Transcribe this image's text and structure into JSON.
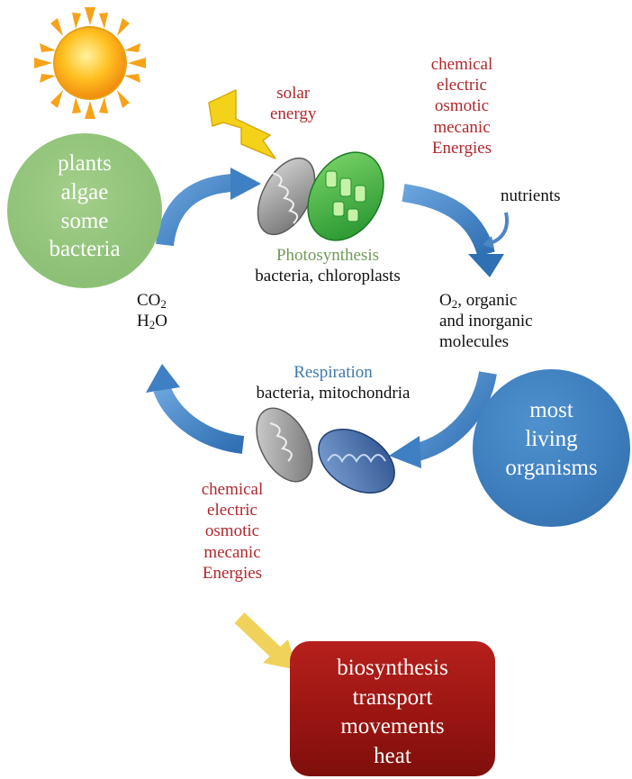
{
  "sun_label": {
    "line1": "solar",
    "line2": "energy"
  },
  "energies_top": [
    "chemical",
    "electric",
    "osmotic",
    "mecanic",
    "Energies"
  ],
  "energies_bottom": [
    "chemical",
    "electric",
    "osmotic",
    "mecanic",
    "Energies"
  ],
  "nutrients": "nutrients",
  "photosynthesis": {
    "title": "Photosynthesis",
    "subtitle": "bacteria, chloroplasts"
  },
  "respiration": {
    "title": "Respiration",
    "subtitle": "bacteria, mitochondria"
  },
  "inputs": {
    "co2_main": "CO",
    "co2_sub": "2",
    "h2o_pre": "H",
    "h2o_sub": "2",
    "h2o_post": "O"
  },
  "outputs": {
    "o2_main": "O",
    "o2_sub": "2",
    "o2_rest": ", organic",
    "line2": "and inorganic",
    "line3": "molecules"
  },
  "producers": [
    "plants",
    "algae",
    "some",
    "bacteria"
  ],
  "consumers": [
    "most",
    "living",
    "organisms"
  ],
  "uses": [
    "biosynthesis",
    "transport",
    "movements",
    "heat"
  ],
  "colors": {
    "energy_text": "#b0282c",
    "photosynthesis_text": "#6f9a57",
    "respiration_text": "#3f78a9",
    "producers_circle": "#8fc278",
    "consumers_circle": "#3d7dbd",
    "uses_box": "#9a1512",
    "cycle_arrow": "#3f7fc4",
    "lightning": "#f2d21a",
    "output_arrow": "#f0d25a"
  },
  "icons": [
    "sun-icon",
    "lightning-icon",
    "chloroplast-icon",
    "mitochondrion-icon"
  ]
}
